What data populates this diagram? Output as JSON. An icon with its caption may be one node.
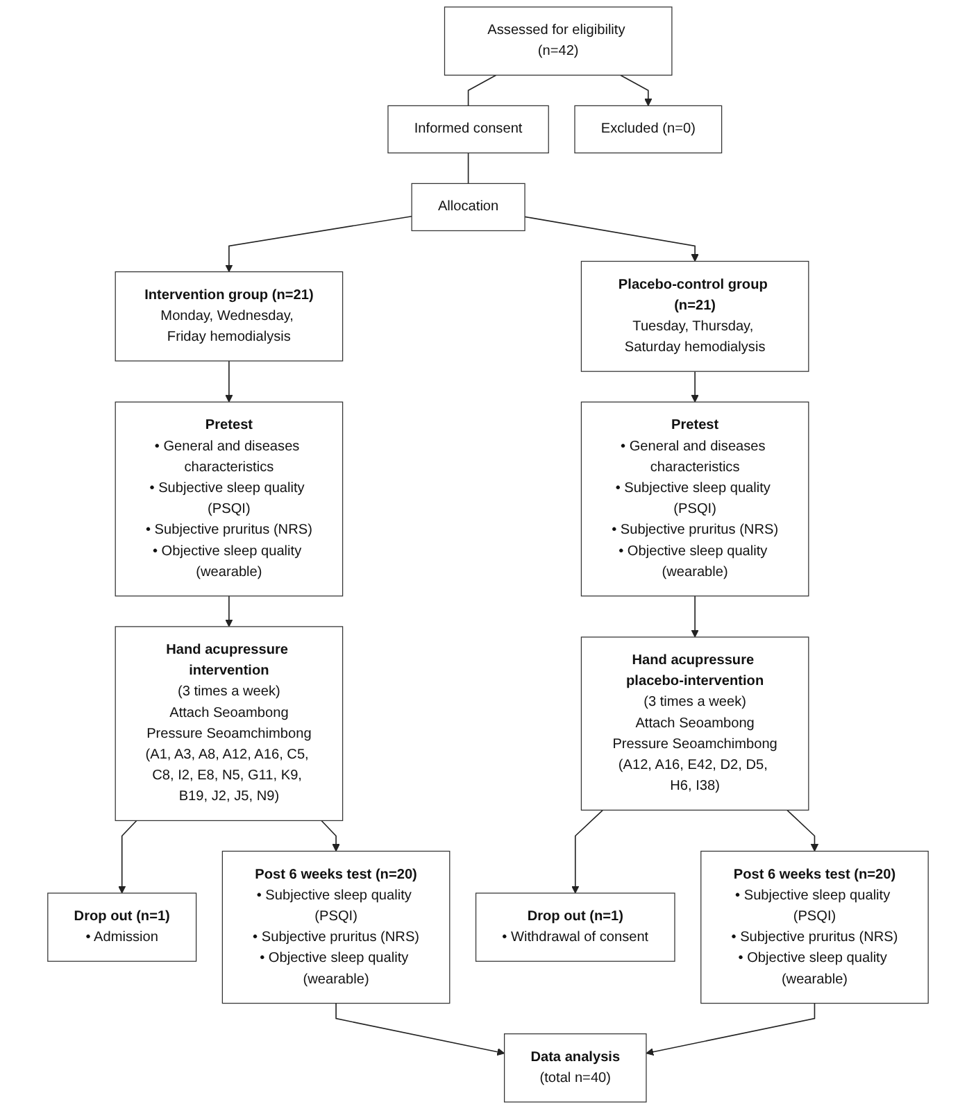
{
  "diagram": {
    "nodes": [
      {
        "text": [
          "Assessed for eligibility (n=42)"
        ]
      },
      {
        "text": [
          "Excluded (n=0)"
        ]
      },
      {
        "text": [
          "Informed consent"
        ]
      },
      {
        "text": [
          "Allocation"
        ]
      },
      {
        "text": [
          "Intervention group (n=21)",
          "Monday, Wednesday, Friday hemodialysis"
        ]
      },
      {
        "text": [
          "Placebo-control group (n=21)",
          "Tuesday, Thursday, Saturday hemodialysis"
        ]
      },
      {
        "text": [
          "Pretest",
          "• General and diseases characteristics",
          "• Subjective sleep quality (PSQI)",
          "• Subjective pruritus (NRS)",
          "• Objective sleep quality (wearable)"
        ]
      },
      {
        "text": [
          "Pretest",
          "• General and diseases characteristics",
          "• Subjective sleep quality (PSQI)",
          "• Subjective pruritus (NRS)",
          "• Objective sleep quality (wearable)"
        ]
      },
      {
        "text": [
          "Hand acupressure intervention",
          "(3 times a week)",
          "Attach Seoambong",
          "Pressure Seoamchimbong",
          "(A1, A3, A8, A12, A16, C5, C8, I2, E8, N5, G11, K9, B19, J2, J5, N9)"
        ]
      },
      {
        "text": [
          "Hand acupressure placebo-intervention",
          "(3 times a week)",
          "Attach Seoambong",
          "Pressure Seoamchimbong",
          "(A12, A16, E42, D2, D5, H6, I38)"
        ]
      },
      {
        "text": [
          "Drop out (n=1)",
          "• Admission"
        ]
      },
      {
        "text": [
          "Drop out (n=1)",
          "• Withdrawal of consent"
        ]
      },
      {
        "text": [
          "Post 6 weeks test (n=20)",
          "• Subjective sleep quality (PSQI)",
          "• Subjective pruritus (NRS)",
          "• Objective sleep quality (wearable)"
        ]
      },
      {
        "text": [
          "Post 6 weeks test (n=20)",
          "• Subjective sleep quality (PSQI)",
          "• Subjective pruritus (NRS)",
          "• Objective sleep quality (wearable)"
        ]
      },
      {
        "text": [
          "Data analysis",
          "(total n=40)"
        ]
      }
    ],
    "edges": [
      {
        "from": 0,
        "to": 2,
        "arrow": "none"
      },
      {
        "from": 0,
        "to": 1,
        "arrow": "to"
      },
      {
        "from": 2,
        "to": 3,
        "arrow": "none"
      },
      {
        "from": 3,
        "to": 4,
        "arrow": "to"
      },
      {
        "from": 3,
        "to": 5,
        "arrow": "to"
      },
      {
        "from": 4,
        "to": 6,
        "arrow": "to"
      },
      {
        "from": 5,
        "to": 7,
        "arrow": "to"
      },
      {
        "from": 6,
        "to": 8,
        "arrow": "to"
      },
      {
        "from": 7,
        "to": 9,
        "arrow": "to"
      },
      {
        "from": 8,
        "to": 10,
        "arrow": "to"
      },
      {
        "from": 8,
        "to": 12,
        "arrow": "to"
      },
      {
        "from": 9,
        "to": 11,
        "arrow": "to"
      },
      {
        "from": 9,
        "to": 13,
        "arrow": "to"
      },
      {
        "from": 12,
        "to": 14,
        "arrow": "to"
      },
      {
        "from": 13,
        "to": 14,
        "arrow": "to"
      }
    ]
  }
}
